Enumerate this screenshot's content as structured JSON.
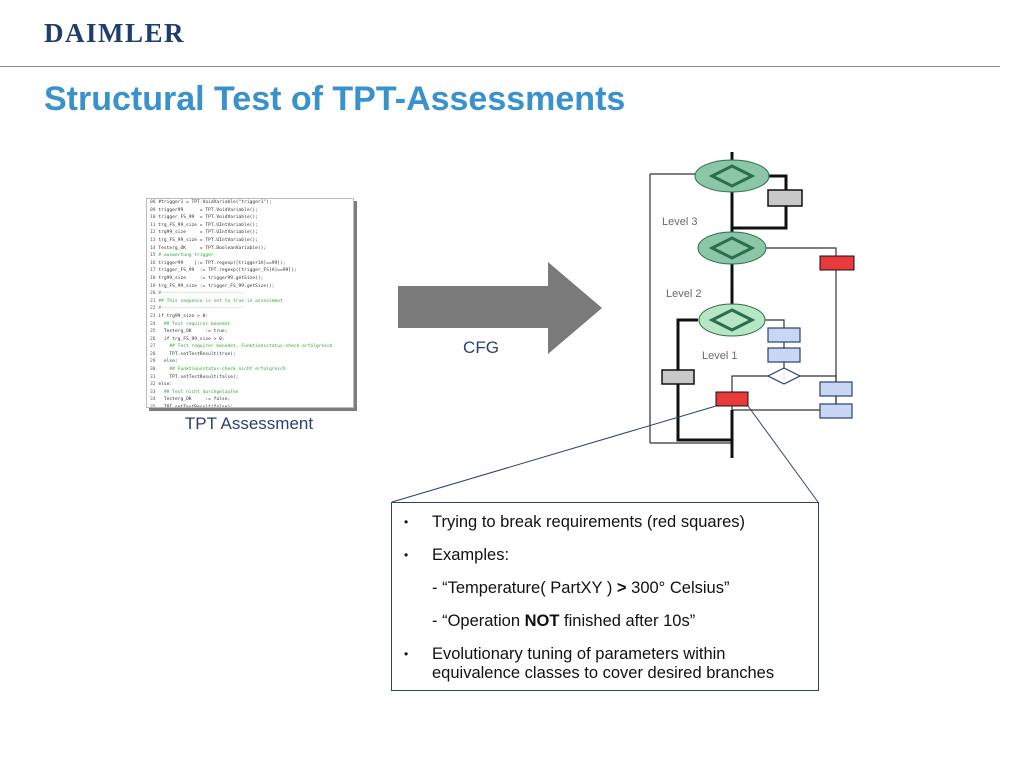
{
  "header": {
    "logo": "DAIMLER",
    "title": "Structural Test of TPT-Assessments"
  },
  "code_thumbnail": {
    "label": "TPT Assessment",
    "lines": [
      {
        "n": "08",
        "text": "#trigger1 = TPT.VoidVariable(\"trigger1\");",
        "kind": "code"
      },
      {
        "n": "09",
        "text": "trigger99      = TPT.VoidVariable();",
        "kind": "code"
      },
      {
        "n": "10",
        "text": "trigger_FS_99  = TPT.VoidVariable();",
        "kind": "code"
      },
      {
        "n": "11",
        "text": "trg_FS_99_size = TPT.UIntVariable();",
        "kind": "code"
      },
      {
        "n": "12",
        "text": "trg99_size     = TPT.UIntVariable();",
        "kind": "code"
      },
      {
        "n": "13",
        "text": "trg_FS_99_size = TPT.UIntVariable();",
        "kind": "code"
      },
      {
        "n": "14",
        "text": "Testerg_OK     = TPT.BooleanVariable();",
        "kind": "code"
      },
      {
        "n": "15",
        "text": "# auswertung trigger",
        "kind": "comment"
      },
      {
        "n": "16",
        "text": "trigger99    |:= TPT.regexp([trigger1A]==99]);",
        "kind": "code"
      },
      {
        "n": "17",
        "text": "trigger_FS_99  := TPT.regexp([trigger_FS[A]==99]);",
        "kind": "code"
      },
      {
        "n": "18",
        "text": "trg99_size     := trigger99.getSize();",
        "kind": "code"
      },
      {
        "n": "19",
        "text": "trg_FS_99_size := trigger_FS_99.getSize();",
        "kind": "code"
      },
      {
        "n": "20",
        "text": "#------------------------------",
        "kind": "comment"
      },
      {
        "n": "21",
        "text": "## This sequence is set to true in assessment",
        "kind": "comment"
      },
      {
        "n": "22",
        "text": "#------------------------------",
        "kind": "comment"
      },
      {
        "n": "23",
        "text": "if trg99_size > 0:",
        "kind": "code"
      },
      {
        "n": "24",
        "text": "  ## Test requirer benedet",
        "kind": "comment"
      },
      {
        "n": "25",
        "text": "  Testerg_OK     := true;",
        "kind": "code"
      },
      {
        "n": "26",
        "text": "  if trg_FS_99_size > 0:",
        "kind": "code"
      },
      {
        "n": "27",
        "text": "    ## Test requirer benedet, Funktionsstatus-check erfolgreich",
        "kind": "comment"
      },
      {
        "n": "28",
        "text": "    TPT.setTestResult(true);",
        "kind": "code"
      },
      {
        "n": "29",
        "text": "  else:",
        "kind": "code"
      },
      {
        "n": "30",
        "text": "    ## Funktionsstatus-check nicht erfolgreich",
        "kind": "comment"
      },
      {
        "n": "31",
        "text": "    TPT.setTestResult(false);",
        "kind": "code"
      },
      {
        "n": "32",
        "text": "else:",
        "kind": "code"
      },
      {
        "n": "33",
        "text": "  ## Test nicht durchgelaufen",
        "kind": "comment"
      },
      {
        "n": "34",
        "text": "  Testerg_OK     := false;",
        "kind": "code"
      },
      {
        "n": "35",
        "text": "  TPT.setTestResult(false);",
        "kind": "code"
      }
    ]
  },
  "arrow": {
    "label": "CFG",
    "color": "#7a7a7a"
  },
  "cfg": {
    "levels": [
      "Level 3",
      "Level 2",
      "Level 1"
    ],
    "colors": {
      "decision_dark": "#8cc6a8",
      "decision_light": "#b6e6c4",
      "diamond_stroke": "#2c6e4c",
      "red": "#e83a3a",
      "blue": "#c8d8f4",
      "gray": "#c8c8c8"
    }
  },
  "bullets": [
    {
      "text": "Trying to break requirements (red squares)",
      "bullet": "•"
    },
    {
      "text": "Examples:",
      "bullet": "•"
    },
    {
      "parts": [
        "- “Temperature( PartXY ) ",
        ">",
        " 300° Celsius”"
      ],
      "bold_index": 1,
      "sub": true
    },
    {
      "parts": [
        "- “Operation ",
        "NOT",
        " finished after 10s”"
      ],
      "bold_index": 1,
      "sub": true
    },
    {
      "text": "Evolutionary tuning of parameters within equivalence classes to cover desired branches",
      "bullet": "•"
    }
  ]
}
